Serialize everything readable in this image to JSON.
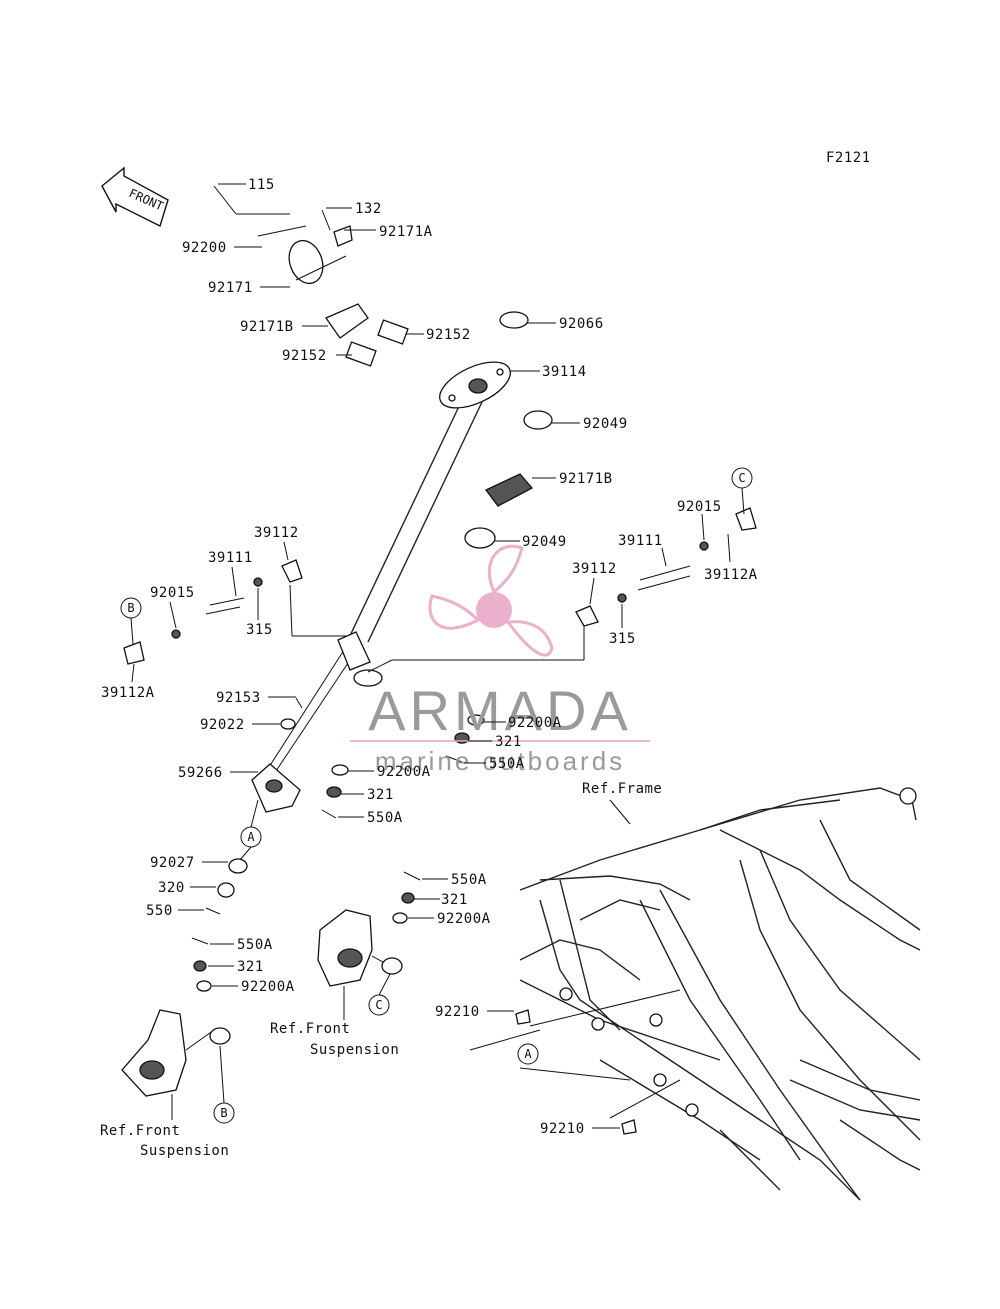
{
  "figure_code": "F2121",
  "front_label": "FRONT",
  "watermark": {
    "brand": "ARMADA",
    "tagline": "marine outboards",
    "color_brand": "#9a9a9a",
    "color_accent": "#e8a3c2"
  },
  "callouts": [
    "A",
    "B",
    "C"
  ],
  "labels": [
    "115",
    "132",
    "92171A",
    "92200",
    "92171",
    "92171B",
    "92152",
    "92066",
    "92152",
    "39114",
    "92049",
    "92171B",
    "92049",
    "92015",
    "39111",
    "39112A",
    "39112",
    "39111",
    "39112",
    "92015",
    "315",
    "315",
    "39112A",
    "92153",
    "92022",
    "92200A",
    "321",
    "550A",
    "92200A",
    "59266",
    "321",
    "550A",
    "92027",
    "320",
    "550",
    "550A",
    "321",
    "92200A",
    "550A",
    "321",
    "92200A",
    "92210",
    "92210"
  ],
  "refs": {
    "frame": "Ref.Frame",
    "front_suspension_1": [
      "Ref.Front",
      "Suspension"
    ],
    "front_suspension_2": [
      "Ref.Front",
      "Suspension"
    ]
  }
}
